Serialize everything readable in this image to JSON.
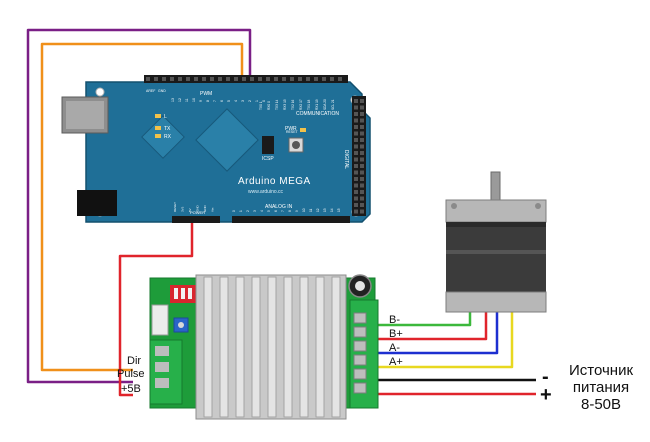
{
  "arduino": {
    "model_label": "Arduino MEGA",
    "website": "www.arduino.cc",
    "section_labels": {
      "pwm": "PWM",
      "communication": "COMMUNICATION",
      "analog_in": "ANALOG IN",
      "digital": "DIGITAL",
      "power": "POWER",
      "icsp": "ICSP",
      "pwr_led": "PWR",
      "reset": "RESET",
      "aref": "AREF",
      "gnd": "GND"
    },
    "led_labels": [
      "L",
      "TX",
      "RX"
    ],
    "pwm_pins": [
      "13",
      "12",
      "11",
      "10",
      "9",
      "8",
      "7",
      "6",
      "5",
      "4",
      "3",
      "2",
      "1",
      "0"
    ],
    "comm_pins": [
      "TX0 1",
      "RX0 0",
      "TX3 14",
      "RX3 15",
      "TX2 16",
      "RX2 17",
      "TX1 18",
      "RX1 19",
      "SDA 20",
      "SCL 21"
    ],
    "power_pins": [
      "RESET",
      "3V3",
      "5V",
      "GND",
      "GND",
      "Vin"
    ],
    "analog_pins": [
      "0",
      "1",
      "2",
      "3",
      "4",
      "5",
      "6",
      "7",
      "8",
      "9",
      "10",
      "11",
      "12",
      "13",
      "14",
      "15"
    ]
  },
  "driver": {
    "signal_pins": [
      "Dir",
      "Pulse",
      "+5B"
    ],
    "motor_pins": [
      "B-",
      "B+",
      "A-",
      "A+"
    ]
  },
  "power_supply": {
    "title_line1": "Источник",
    "title_line2": "питания",
    "voltage": "8-50В",
    "minus_sign": "-",
    "plus_sign": "+"
  },
  "colors": {
    "board_blue": "#1f6f97",
    "board_blue_dark": "#13506f",
    "wire_purple": "#7a1f86",
    "wire_orange": "#f0901a",
    "wire_red": "#e0242b",
    "wire_green": "#3cb83c",
    "wire_blue": "#1d2fd0",
    "wire_yellow": "#e8d820",
    "wire_black": "#111111",
    "driver_green": "#1e9c3a",
    "heatsink": "#c9c9c9",
    "motor_body": "#3b3b3b",
    "motor_plate": "#b7b7b7"
  }
}
